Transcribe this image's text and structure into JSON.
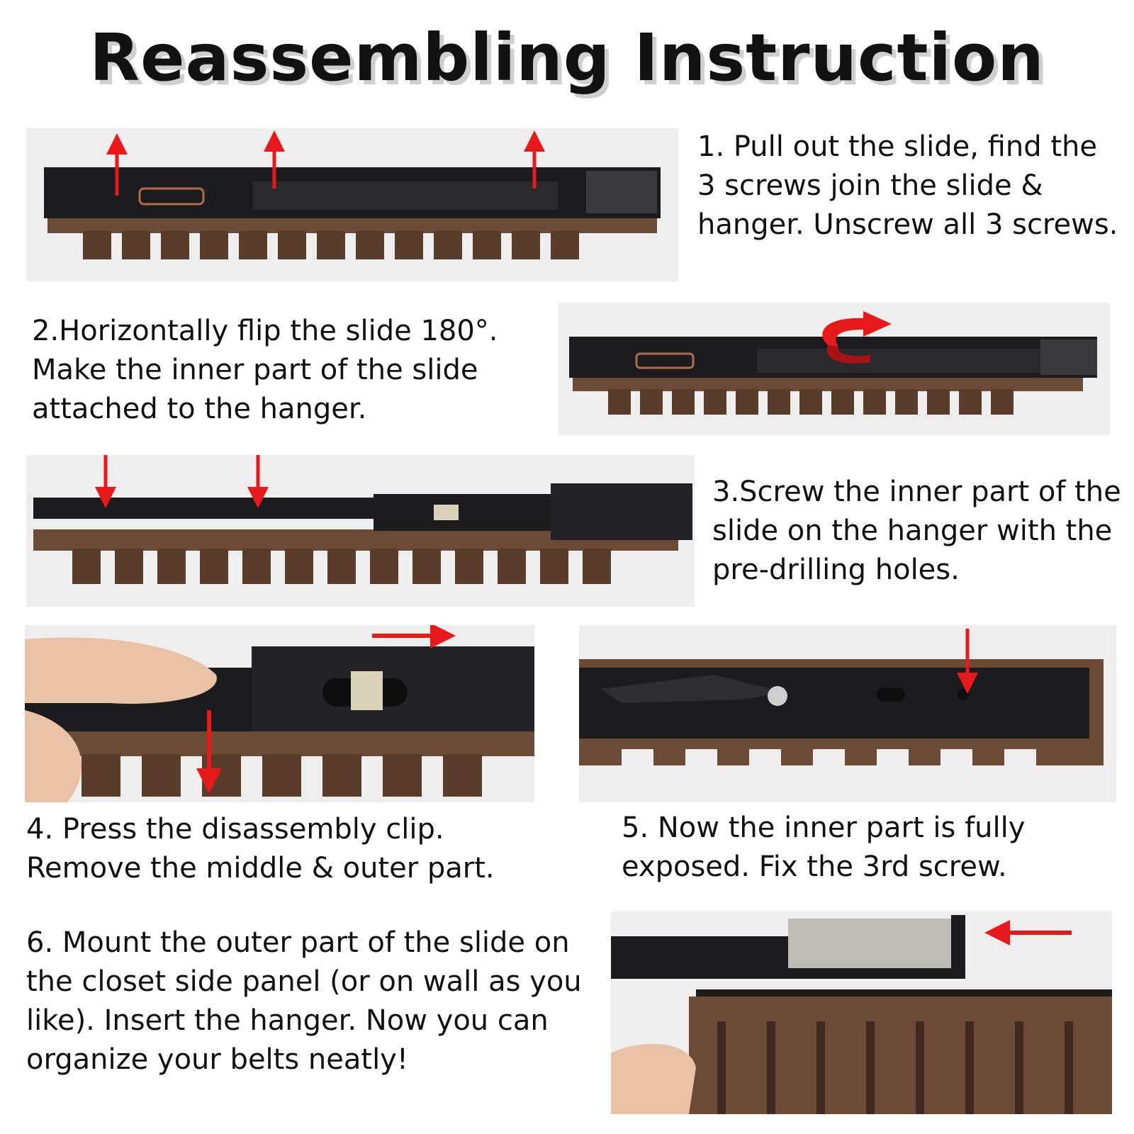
{
  "title": "Reassembling Instruction",
  "colors": {
    "arrow": "#e8191b",
    "wood": "#6b4a36",
    "wood_dark": "#3e2a1f",
    "rail": "#1c1c1e",
    "photo_bg": "#eeeeee",
    "skin": "#e9c2a6"
  },
  "steps": [
    {
      "text": "1. Pull out the slide, find the 3 screws join the slide & hanger. Unscrew all 3 screws.",
      "photo": "slide-pulled-out-with-three-up-arrows"
    },
    {
      "text": "2.Horizontally flip the slide 180°. Make the inner part of the slide attached to the hanger.",
      "photo": "slide-flip-with-curved-arrow"
    },
    {
      "text": "3.Screw the inner part of the slide on the hanger with the pre-drilling holes.",
      "photo": "inner-part-screwed-with-two-down-arrows"
    },
    {
      "text": "4. Press the disassembly clip. Remove the middle & outer part.",
      "photo": "finger-pressing-clip"
    },
    {
      "text": "5. Now the inner part is fully exposed. Fix the 3rd screw.",
      "photo": "inner-part-exposed-third-hole"
    },
    {
      "text": "6. Mount the outer part of the slide on the closet side panel (or on wall as you like). Insert the hanger. Now you can organize your belts neatly!",
      "photo": "hanger-inserted-into-mounted-slide"
    }
  ]
}
